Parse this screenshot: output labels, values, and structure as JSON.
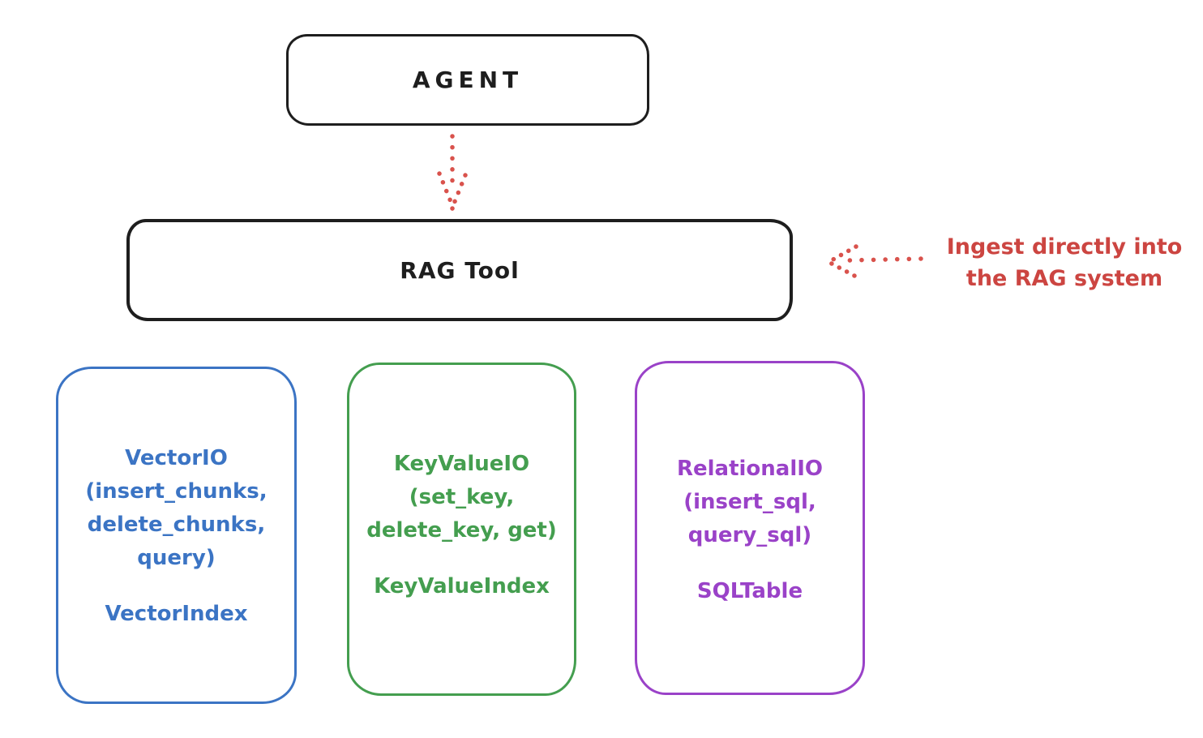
{
  "nodes": {
    "agent": {
      "label": "AGENT",
      "stroke": "#1e1e1e"
    },
    "rag_tool": {
      "label": "RAG Tool",
      "stroke": "#1e1e1e"
    },
    "vector_io": {
      "lines": [
        "VectorIO",
        "(insert_chunks,",
        "delete_chunks,",
        "query)"
      ],
      "footer": "VectorIndex",
      "color": "#3b74c4"
    },
    "key_value_io": {
      "lines": [
        "KeyValueIO",
        "(set_key,",
        "delete_key, get)"
      ],
      "footer": "KeyValueIndex",
      "color": "#449e4f"
    },
    "relational_io": {
      "lines": [
        "RelationalIO",
        "(insert_sql,",
        "query_sql)"
      ],
      "footer": "SQLTable",
      "color": "#9a42c8"
    }
  },
  "annotation": {
    "lines": [
      "Ingest directly into",
      "the RAG system"
    ],
    "color": "#cc4541"
  },
  "arrows": {
    "color": "#d9524c"
  }
}
